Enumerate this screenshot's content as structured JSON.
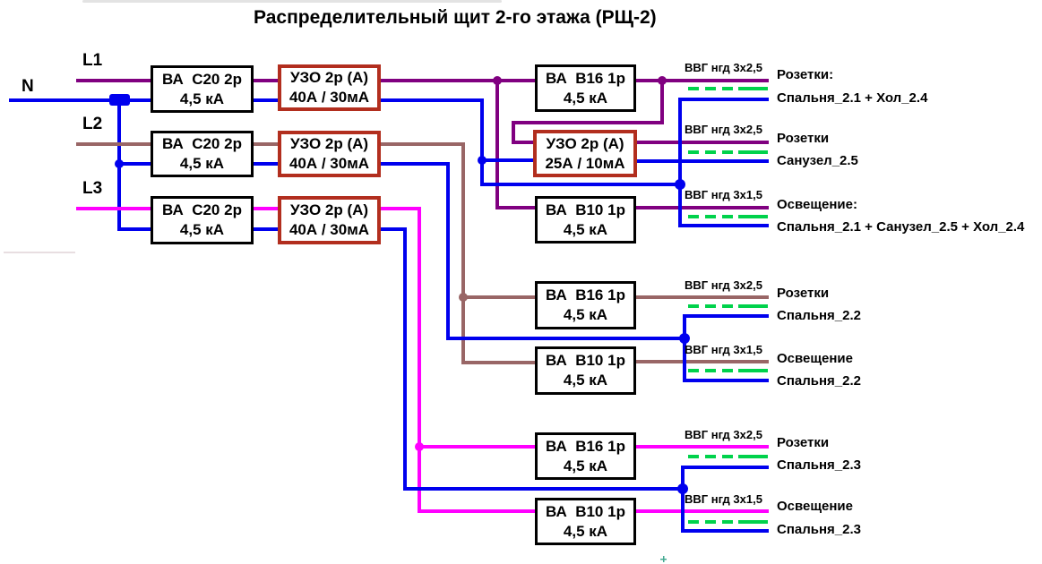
{
  "title": "Распределительный щит 2-го этажа (РЩ-2)",
  "bus_labels": {
    "n": "N",
    "l1": "L1",
    "l2": "L2",
    "l3": "L3"
  },
  "colors": {
    "neutral": "#0000ee",
    "phase_l1": "#800080",
    "phase_l2": "#996666",
    "phase_l3": "#ff00ff",
    "pe": "#00d24b",
    "rcd_border": "#b22e1e",
    "box_border": "#000000"
  },
  "main_breakers": [
    {
      "name": "ВА  С20 2р",
      "rating": "4,5 кА"
    },
    {
      "name": "ВА  С20 2р",
      "rating": "4,5 кА"
    },
    {
      "name": "ВА  С20 2р",
      "rating": "4,5 кА"
    }
  ],
  "main_rcds": [
    {
      "name": "УЗО 2р (А)",
      "rating": "40А / 30мА"
    },
    {
      "name": "УЗО 2р (А)",
      "rating": "40А / 30мА"
    },
    {
      "name": "УЗО 2р (А)",
      "rating": "40А / 30мА"
    }
  ],
  "branch_devices": {
    "g1_sockets": {
      "name": "ВА  В16 1р",
      "rating": "4,5 кА"
    },
    "g1_bath_rcd": {
      "name": "УЗО 2р (А)",
      "rating": "25А / 10мА"
    },
    "g1_lights": {
      "name": "ВА  В10 1р",
      "rating": "4,5 кА"
    },
    "g2_sockets": {
      "name": "ВА  В16 1р",
      "rating": "4,5 кА"
    },
    "g2_lights": {
      "name": "ВА  В10 1р",
      "rating": "4,5 кА"
    },
    "g3_sockets": {
      "name": "ВА  В16 1р",
      "rating": "4,5 кА"
    },
    "g3_lights": {
      "name": "ВА  В10 1р",
      "rating": "4,5 кА"
    }
  },
  "outputs": [
    {
      "cable": "ВВГ нгд 3х2,5",
      "purpose": "Розетки:",
      "rooms": "Спальня_2.1 + Хол_2.4"
    },
    {
      "cable": "ВВГ нгд 3х2,5",
      "purpose": "Розетки",
      "rooms": "Санузел_2.5"
    },
    {
      "cable": "ВВГ нгд 3х1,5",
      "purpose": "Освещение:",
      "rooms": "Спальня_2.1 + Санузел_2.5 + Хол_2.4"
    },
    {
      "cable": "ВВГ нгд 3х2,5",
      "purpose": "Розетки",
      "rooms": "Спальня_2.2"
    },
    {
      "cable": "ВВГ нгд 3х1,5",
      "purpose": "Освещение",
      "rooms": "Спальня_2.2"
    },
    {
      "cable": "ВВГ нгд 3х2,5",
      "purpose": "Розетки",
      "rooms": "Спальня_2.3"
    },
    {
      "cable": "ВВГ нгд 3х1,5",
      "purpose": "Освещение",
      "rooms": "Спальня_2.3"
    }
  ]
}
